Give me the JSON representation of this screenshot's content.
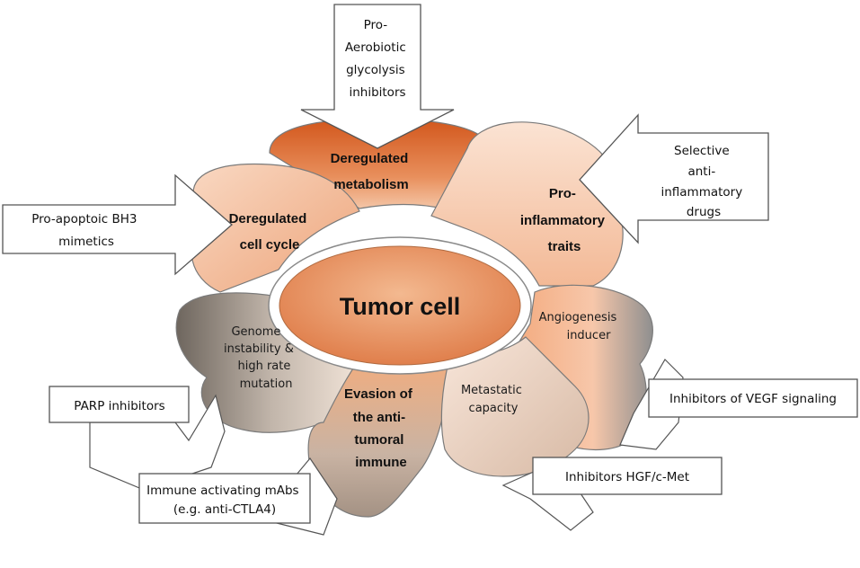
{
  "center": {
    "label": "Tumor cell"
  },
  "hallmarks": {
    "metabolism": [
      "Deregulated",
      "metabolism"
    ],
    "inflammatory": [
      "Pro-",
      "inflammatory",
      "traits"
    ],
    "cell_cycle": [
      "Deregulated",
      "cell cycle"
    ],
    "angiogenesis": [
      "Angiogenesis",
      "inducer"
    ],
    "genome": [
      "Genome",
      "instability &",
      "high rate",
      "mutation"
    ],
    "evasion": [
      "Evasion of",
      "the anti-",
      "tumoral",
      "immune"
    ],
    "metastatic": [
      "Metastatic",
      "capacity"
    ]
  },
  "therapies": {
    "glycolysis": [
      "Pro-",
      "Aerobiotic",
      "glycolysis",
      "inhibitors"
    ],
    "anti_inflammatory": [
      "Selective",
      "anti-",
      "inflammatory",
      "drugs"
    ],
    "bh3": [
      "Pro-apoptoic BH3",
      "mimetics"
    ],
    "parp": [
      "PARP inhibitors"
    ],
    "vegf": [
      "Inhibitors of VEGF signaling"
    ],
    "hgf": [
      "Inhibitors HGF/c-Met"
    ],
    "mabs": [
      "Immune activating mAbs",
      "(e.g. anti-CTLA4)"
    ]
  },
  "colors": {
    "metabolism": "#d96a2c",
    "inflammatory": "#f6c9ad",
    "cell_cycle": "#f3b893",
    "angiogenesis": "#f0a77a",
    "genome": "#8e8378",
    "evasion": "#c9b2a0",
    "metastatic": "#e8d2c2",
    "center": "#e58d5b",
    "stroke": "#7a7a7a"
  }
}
